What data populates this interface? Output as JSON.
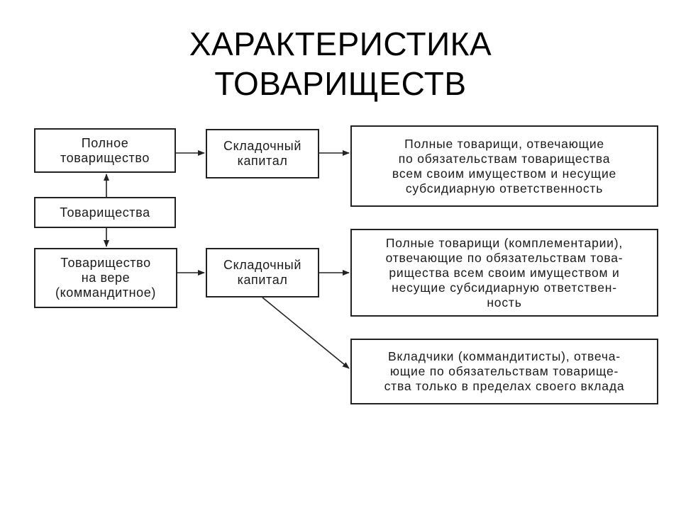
{
  "title": {
    "line1": "ХАРАКТЕРИСТИКА",
    "line2": "ТОВАРИЩЕСТВ"
  },
  "nodes": {
    "full_partnership": "Полное\nтоварищество",
    "partnerships": "Товарищества",
    "limited_partnership": "Товарищество\nна вере\n(коммандитное)",
    "share_capital_1": "Складочный\nкапитал",
    "share_capital_2": "Складочный\nкапитал",
    "desc_full": "Полные товарищи, отвечающие\nпо обязательствам товарищества\nвсем своим имуществом и несущие\nсубсидиарную ответственность",
    "desc_general_partners": "Полные товарищи (комплементарии),\nотвечающие по обязательствам това-\nрищества всем своим имуществом и\nнесущие субсидиарную ответствен-\nность",
    "desc_limited_partners": "Вкладчики (коммандитисты), отвеча-\nющие по обязательствам товарище-\nства только в пределах своего вклада"
  }
}
